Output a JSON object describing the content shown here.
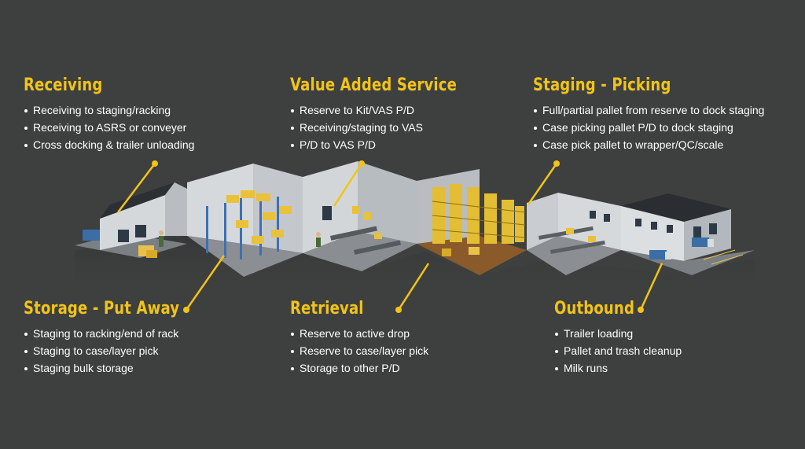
{
  "accent_color": "#f2c318",
  "background_color": "#3d403f",
  "sections": {
    "receiving": {
      "title": "Receiving",
      "items": [
        "Receiving to staging/racking",
        "Receiving to ASRS or conveyer",
        "Cross docking & trailer unloading"
      ]
    },
    "vas": {
      "title": "Value Added Service",
      "items": [
        "Reserve to Kit/VAS P/D",
        "Receiving/staging to VAS",
        "P/D to VAS P/D"
      ]
    },
    "staging": {
      "title": "Staging - Picking",
      "items": [
        "Full/partial pallet from reserve to dock staging",
        "Case picking pallet P/D to dock staging",
        "Case pick pallet to wrapper/QC/scale"
      ]
    },
    "storage": {
      "title": "Storage - Put Away",
      "items": [
        "Staging to racking/end of rack",
        "Staging to case/layer pick",
        "Staging bulk storage"
      ]
    },
    "retrieval": {
      "title": "Retrieval",
      "items": [
        "Reserve to active drop",
        "Reserve to case/layer pick",
        "Storage to other P/D"
      ]
    },
    "outbound": {
      "title": "Outbound",
      "items": [
        "Trailer loading",
        "Pallet and trash cleanup",
        "Milk runs"
      ]
    }
  }
}
